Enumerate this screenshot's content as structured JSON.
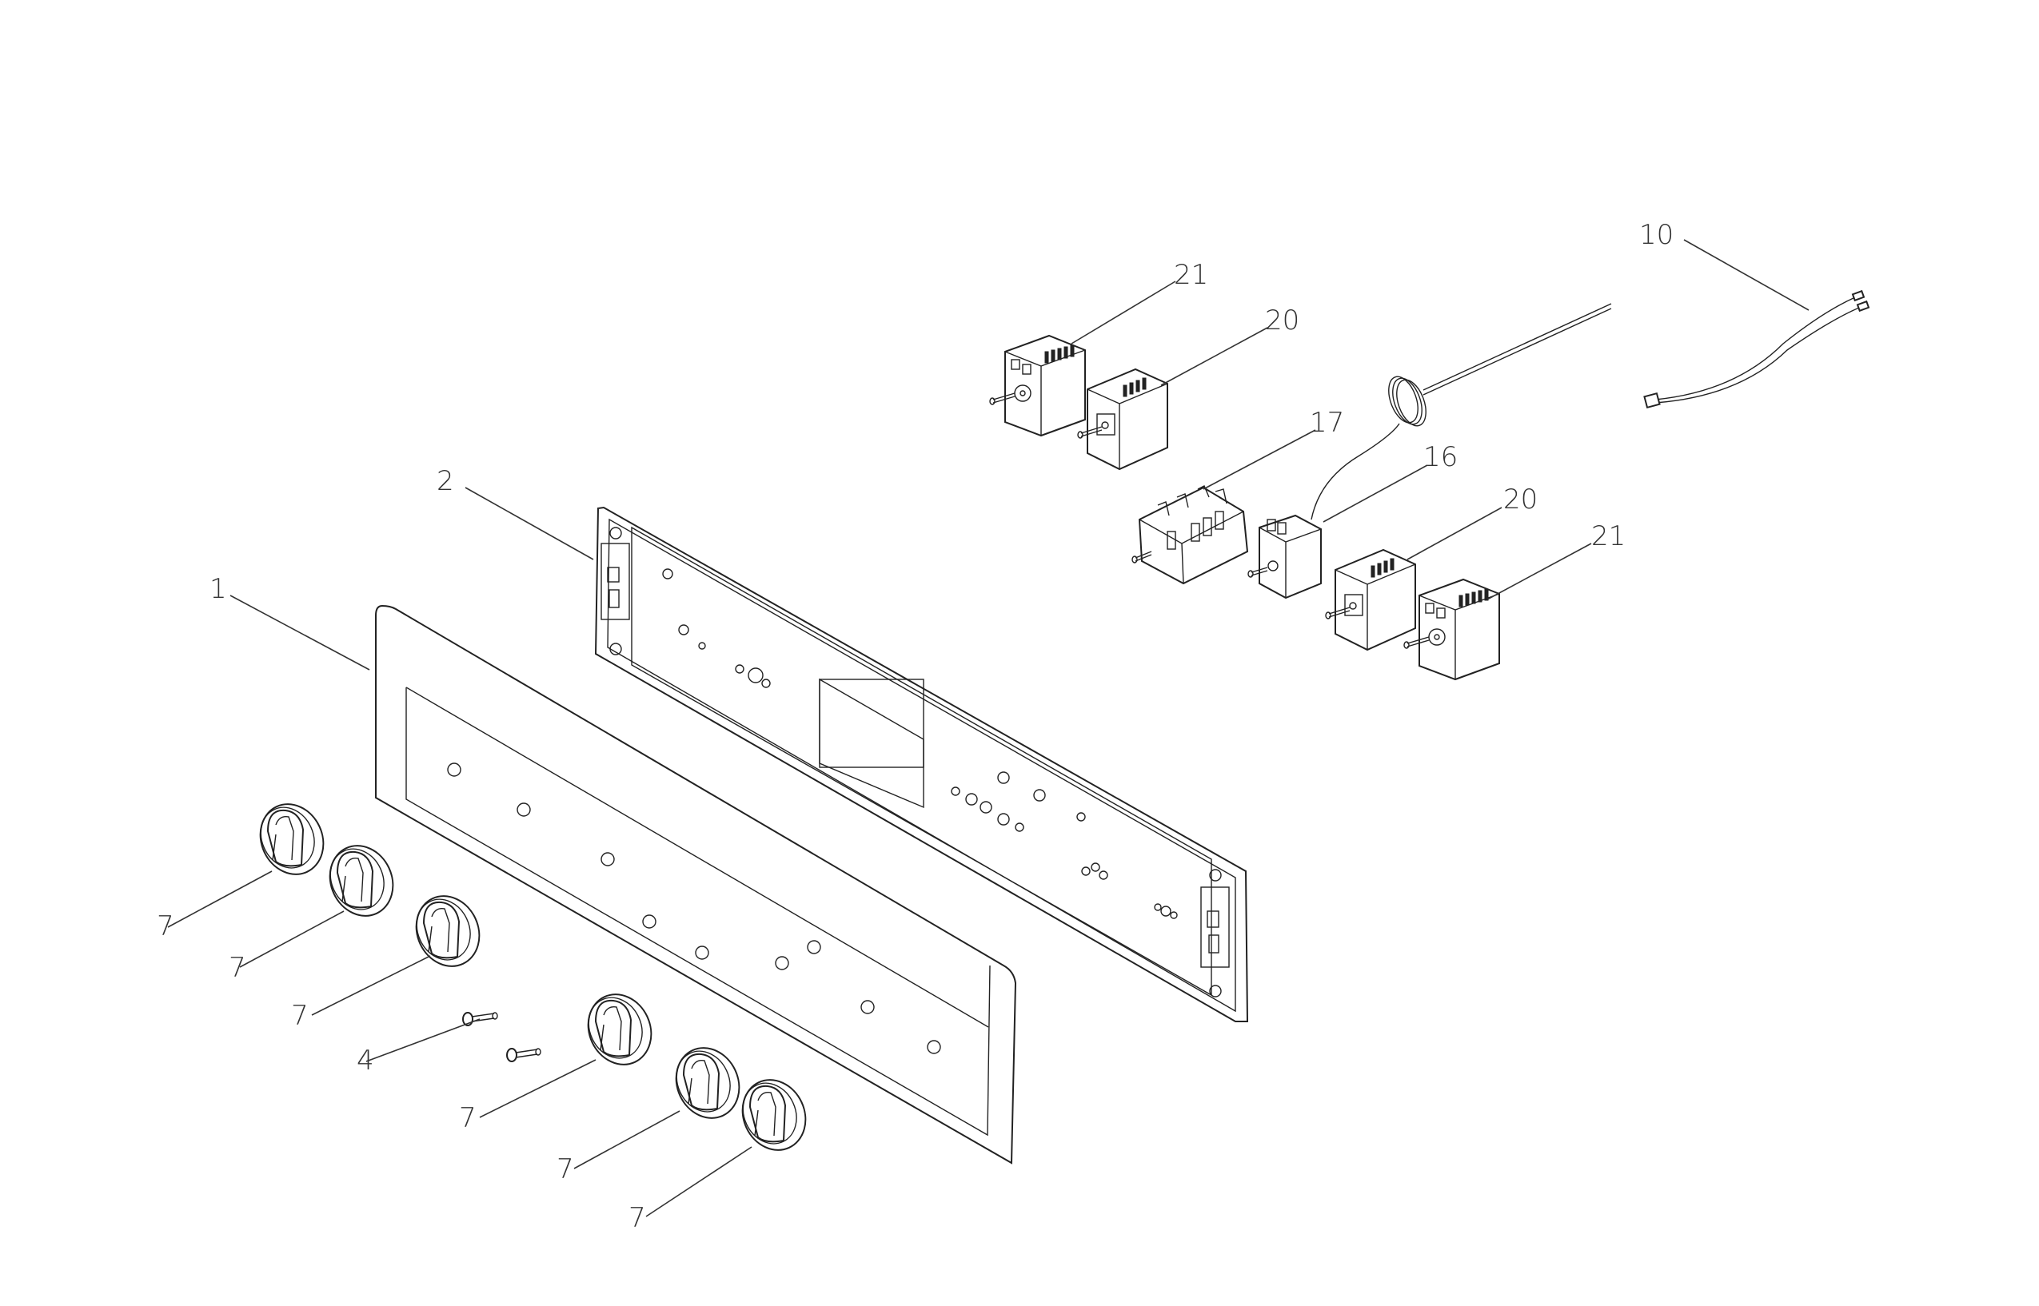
{
  "diagram": {
    "callouts": [
      {
        "id": "c1",
        "label": "1"
      },
      {
        "id": "c2",
        "label": "2"
      },
      {
        "id": "c4",
        "label": "4"
      },
      {
        "id": "c7a",
        "label": "7"
      },
      {
        "id": "c7b",
        "label": "7"
      },
      {
        "id": "c7c",
        "label": "7"
      },
      {
        "id": "c7d",
        "label": "7"
      },
      {
        "id": "c7e",
        "label": "7"
      },
      {
        "id": "c7f",
        "label": "7"
      },
      {
        "id": "c10",
        "label": "10"
      },
      {
        "id": "c16",
        "label": "16"
      },
      {
        "id": "c17",
        "label": "17"
      },
      {
        "id": "c20a",
        "label": "20"
      },
      {
        "id": "c20b",
        "label": "20"
      },
      {
        "id": "c21a",
        "label": "21"
      },
      {
        "id": "c21b",
        "label": "21"
      }
    ]
  }
}
